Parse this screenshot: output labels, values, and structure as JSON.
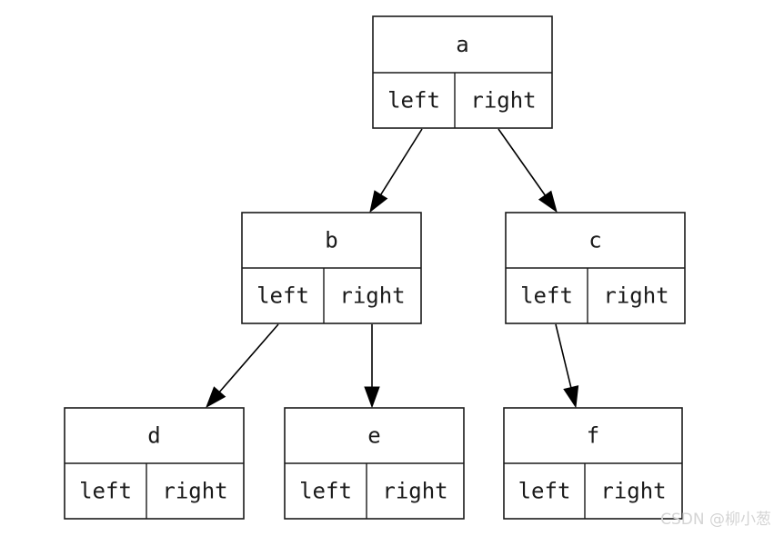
{
  "diagram": {
    "nodes": [
      {
        "id": "a",
        "label": "a",
        "left_label": "left",
        "right_label": "right"
      },
      {
        "id": "b",
        "label": "b",
        "left_label": "left",
        "right_label": "right"
      },
      {
        "id": "c",
        "label": "c",
        "left_label": "left",
        "right_label": "right"
      },
      {
        "id": "d",
        "label": "d",
        "left_label": "left",
        "right_label": "right"
      },
      {
        "id": "e",
        "label": "e",
        "left_label": "left",
        "right_label": "right"
      },
      {
        "id": "f",
        "label": "f",
        "left_label": "left",
        "right_label": "right"
      }
    ],
    "edges": [
      {
        "from": "a",
        "from_port": "left",
        "to": "b"
      },
      {
        "from": "a",
        "from_port": "right",
        "to": "c"
      },
      {
        "from": "b",
        "from_port": "left",
        "to": "d"
      },
      {
        "from": "b",
        "from_port": "right",
        "to": "e"
      },
      {
        "from": "c",
        "from_port": "left",
        "to": "f"
      }
    ]
  },
  "watermark": {
    "text": "CSDN @柳小葱"
  }
}
